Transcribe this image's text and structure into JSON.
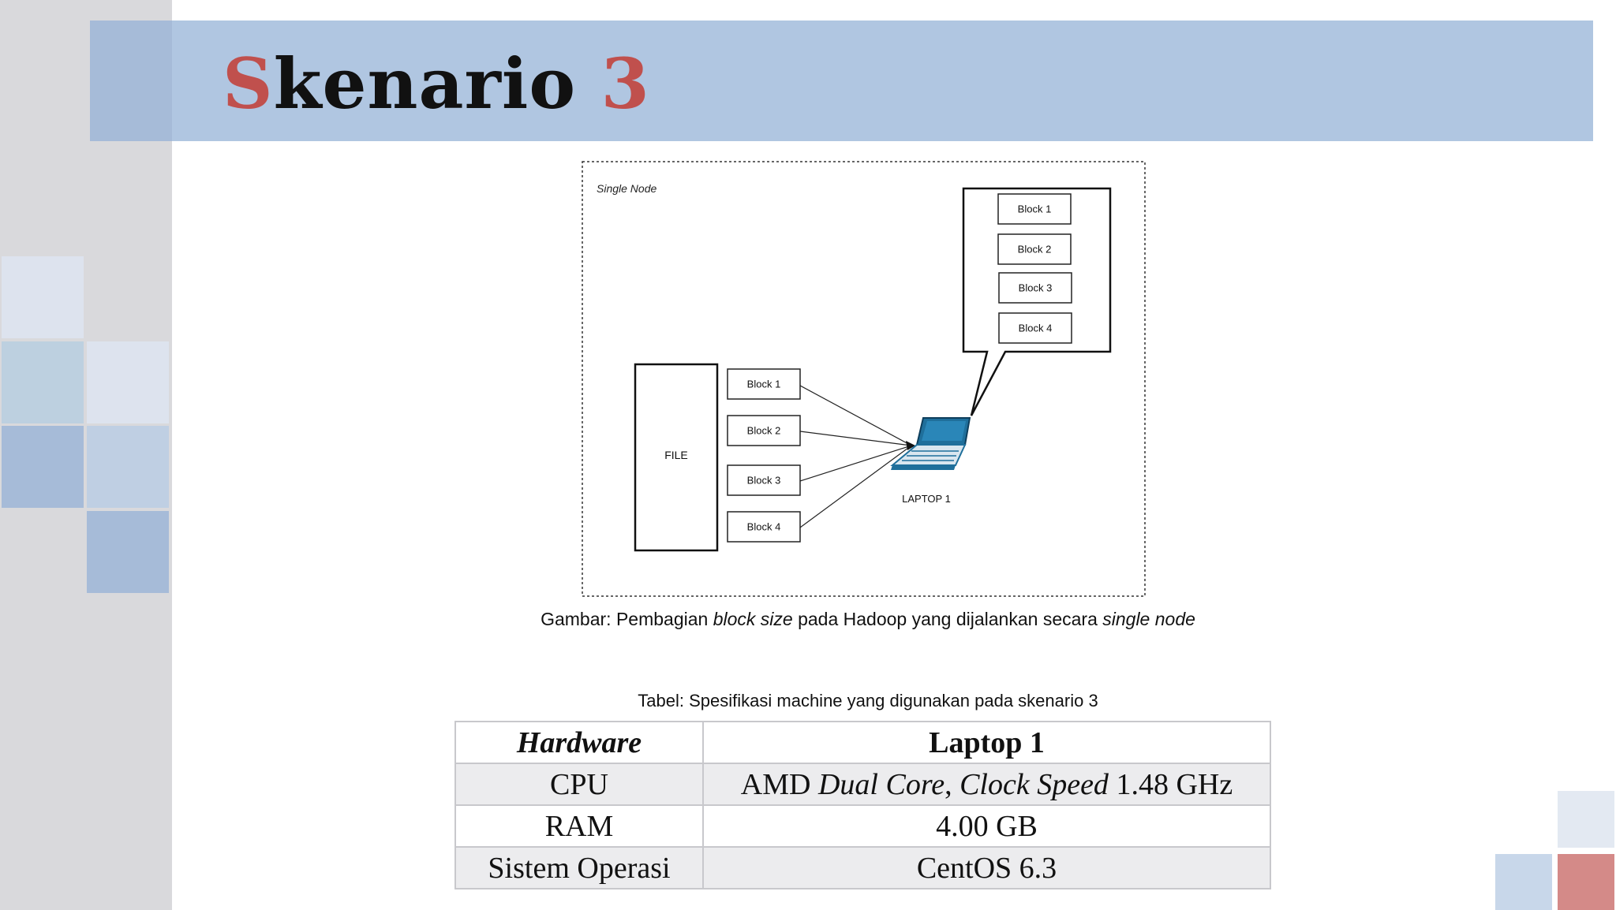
{
  "slide": {
    "title_first_letter": "S",
    "title_rest": "kenario",
    "title_number": "3",
    "colors": {
      "title_bar": "#b0c6e1",
      "accent_red": "#c0504d",
      "left_strip": "#d9d9dc"
    }
  },
  "diagram": {
    "region_label": "Single Node",
    "file_label": "FILE",
    "left_blocks": [
      "Block 1",
      "Block 2",
      "Block 3",
      "Block 4"
    ],
    "callout_blocks": [
      "Block 1",
      "Block 2",
      "Block 3",
      "Block 4"
    ],
    "laptop_label": "LAPTOP 1",
    "laptop_icon": "laptop-icon"
  },
  "caption": {
    "prefix": "Gambar: Pembagian ",
    "italic1": "block size",
    "middle": " pada Hadoop yang dijalankan secara ",
    "italic2": "single node"
  },
  "table": {
    "caption": "Tabel:  Spesifikasi machine yang digunakan pada skenario 3",
    "header_hardware": "Hardware",
    "header_laptop": "Laptop 1",
    "cpu_label": "CPU",
    "cpu_value_amd": "AMD ",
    "cpu_value_dual": "Dual Core",
    "cpu_value_comma": ", ",
    "cpu_value_clock": "Clock Speed",
    "cpu_value_speed": " 1.48 GHz",
    "ram_label": "RAM",
    "ram_value": "4.00 GB",
    "os_label": "Sistem Operasi",
    "os_value": "CentOS 6.3"
  }
}
